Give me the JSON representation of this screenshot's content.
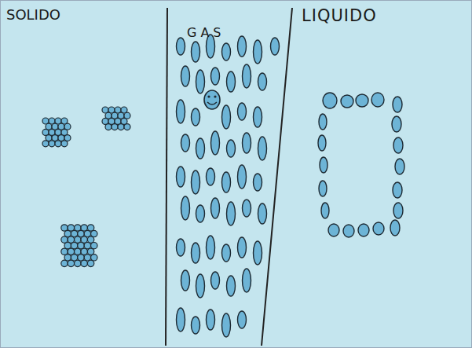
{
  "diagram": {
    "labels": [
      "SOLIDO",
      "GAS",
      "LIQUIDO"
    ]
  }
}
